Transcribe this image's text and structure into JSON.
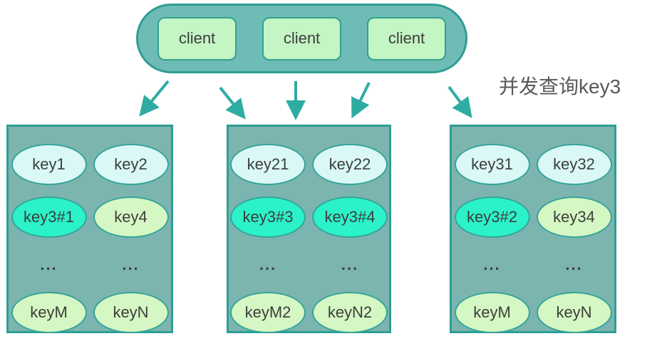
{
  "caption": "并发查询key3",
  "clients": [
    {
      "label": "client"
    },
    {
      "label": "client"
    },
    {
      "label": "client"
    }
  ],
  "shards": [
    {
      "cells": [
        {
          "text": "key1",
          "type": "cyan"
        },
        {
          "text": "key2",
          "type": "cyan"
        },
        {
          "text": "key3#1",
          "type": "highlight"
        },
        {
          "text": "key4",
          "type": "green"
        },
        {
          "text": "...",
          "type": "dots"
        },
        {
          "text": "...",
          "type": "dots"
        },
        {
          "text": "keyM",
          "type": "green"
        },
        {
          "text": "keyN",
          "type": "green"
        }
      ]
    },
    {
      "cells": [
        {
          "text": "key21",
          "type": "cyan"
        },
        {
          "text": "key22",
          "type": "cyan"
        },
        {
          "text": "key3#3",
          "type": "highlight"
        },
        {
          "text": "key3#4",
          "type": "highlight"
        },
        {
          "text": "...",
          "type": "dots"
        },
        {
          "text": "...",
          "type": "dots"
        },
        {
          "text": "keyM2",
          "type": "green"
        },
        {
          "text": "keyN2",
          "type": "green"
        }
      ]
    },
    {
      "cells": [
        {
          "text": "key31",
          "type": "cyan"
        },
        {
          "text": "key32",
          "type": "cyan"
        },
        {
          "text": "key3#2",
          "type": "highlight"
        },
        {
          "text": "key34",
          "type": "green"
        },
        {
          "text": "...",
          "type": "dots"
        },
        {
          "text": "...",
          "type": "dots"
        },
        {
          "text": "keyM",
          "type": "green"
        },
        {
          "text": "keyN",
          "type": "green"
        }
      ]
    }
  ],
  "colors": {
    "pill_fill": "#6fbcb6",
    "teal_border": "#2f9e94",
    "shard_fill": "#7cb5b0",
    "client_fill": "#c4f5c4",
    "cyan_ellipse": "#d9f8f6",
    "green_ellipse": "#d5f7c3",
    "highlight_ellipse": "#2bf2c9",
    "arrow": "#2eaca2",
    "text": "#3d3d3d",
    "caption_text": "#595959"
  }
}
